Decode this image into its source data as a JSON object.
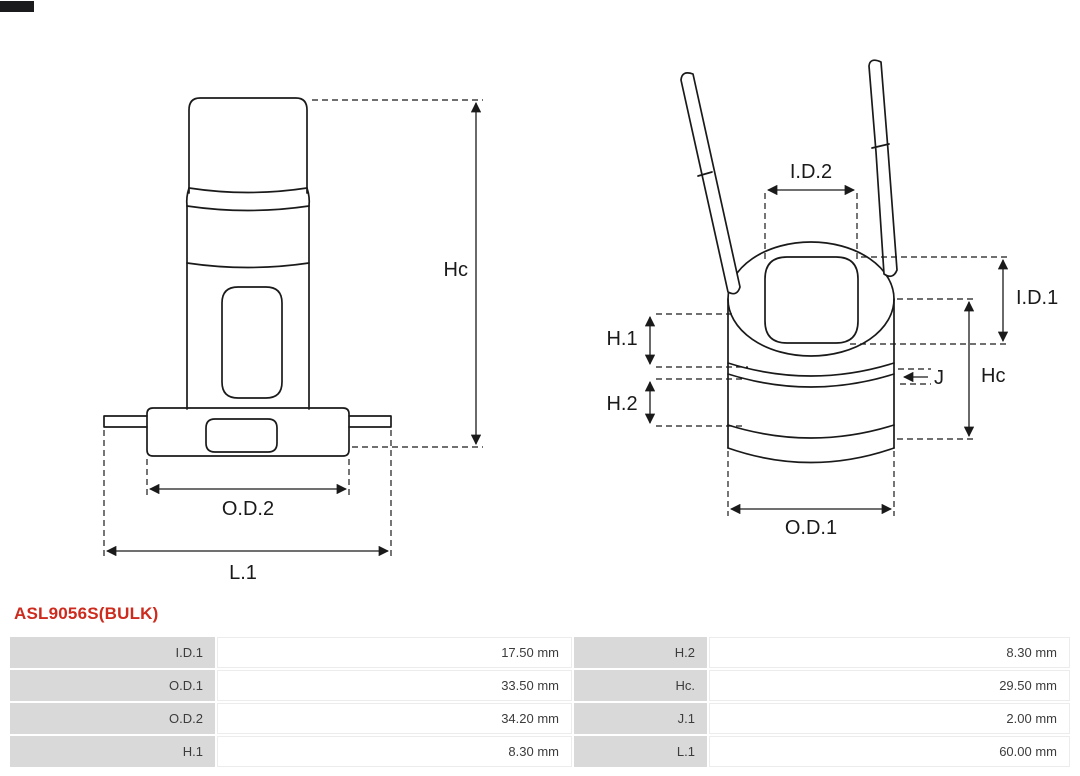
{
  "header": {
    "part_number": "ASL9056S(BULK)",
    "accent_color": "#cc2b1d"
  },
  "drawing": {
    "side_view": {
      "hc": "Hc",
      "od2": "O.D.2",
      "l1": "L.1"
    },
    "perspective_view": {
      "id2": "I.D.2",
      "id1": "I.D.1",
      "h1": "H.1",
      "h2": "H.2",
      "j": "J",
      "hc": "Hc",
      "od1": "O.D.1"
    }
  },
  "specs": {
    "rows": [
      {
        "label_left": "I.D.1",
        "value_left": "17.50 mm",
        "label_right": "H.2",
        "value_right": "8.30 mm"
      },
      {
        "label_left": "O.D.1",
        "value_left": "33.50 mm",
        "label_right": "Hc.",
        "value_right": "29.50 mm"
      },
      {
        "label_left": "O.D.2",
        "value_left": "34.20 mm",
        "label_right": "J.1",
        "value_right": "2.00 mm"
      },
      {
        "label_left": "H.1",
        "value_left": "8.30 mm",
        "label_right": "L.1",
        "value_right": "60.00 mm"
      }
    ]
  }
}
